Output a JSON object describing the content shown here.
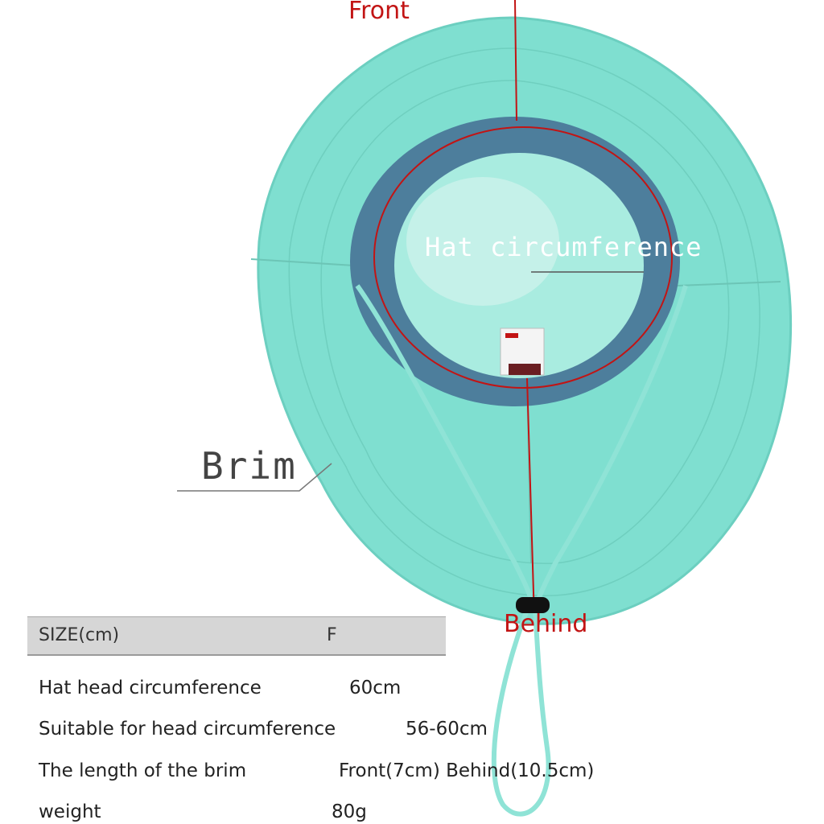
{
  "labels": {
    "front": "Front",
    "behind": "Behind",
    "circumference": "Hat circumference",
    "brim": "Brim"
  },
  "table": {
    "header": {
      "label": "SIZE(cm)",
      "value": "F"
    },
    "rows": [
      {
        "label": "Hat head circumference",
        "value": "60cm"
      },
      {
        "label": "Suitable for head circumference",
        "value": "56-60cm"
      },
      {
        "label": "The length of the brim",
        "value": "Front(7cm) Behind(10.5cm)"
      },
      {
        "label": "weight",
        "value": "80g"
      }
    ]
  },
  "colors": {
    "brim": "#7fdfd0",
    "band": "#4d7e9c",
    "crown": "#a9ece0",
    "marker": "#c21414"
  }
}
